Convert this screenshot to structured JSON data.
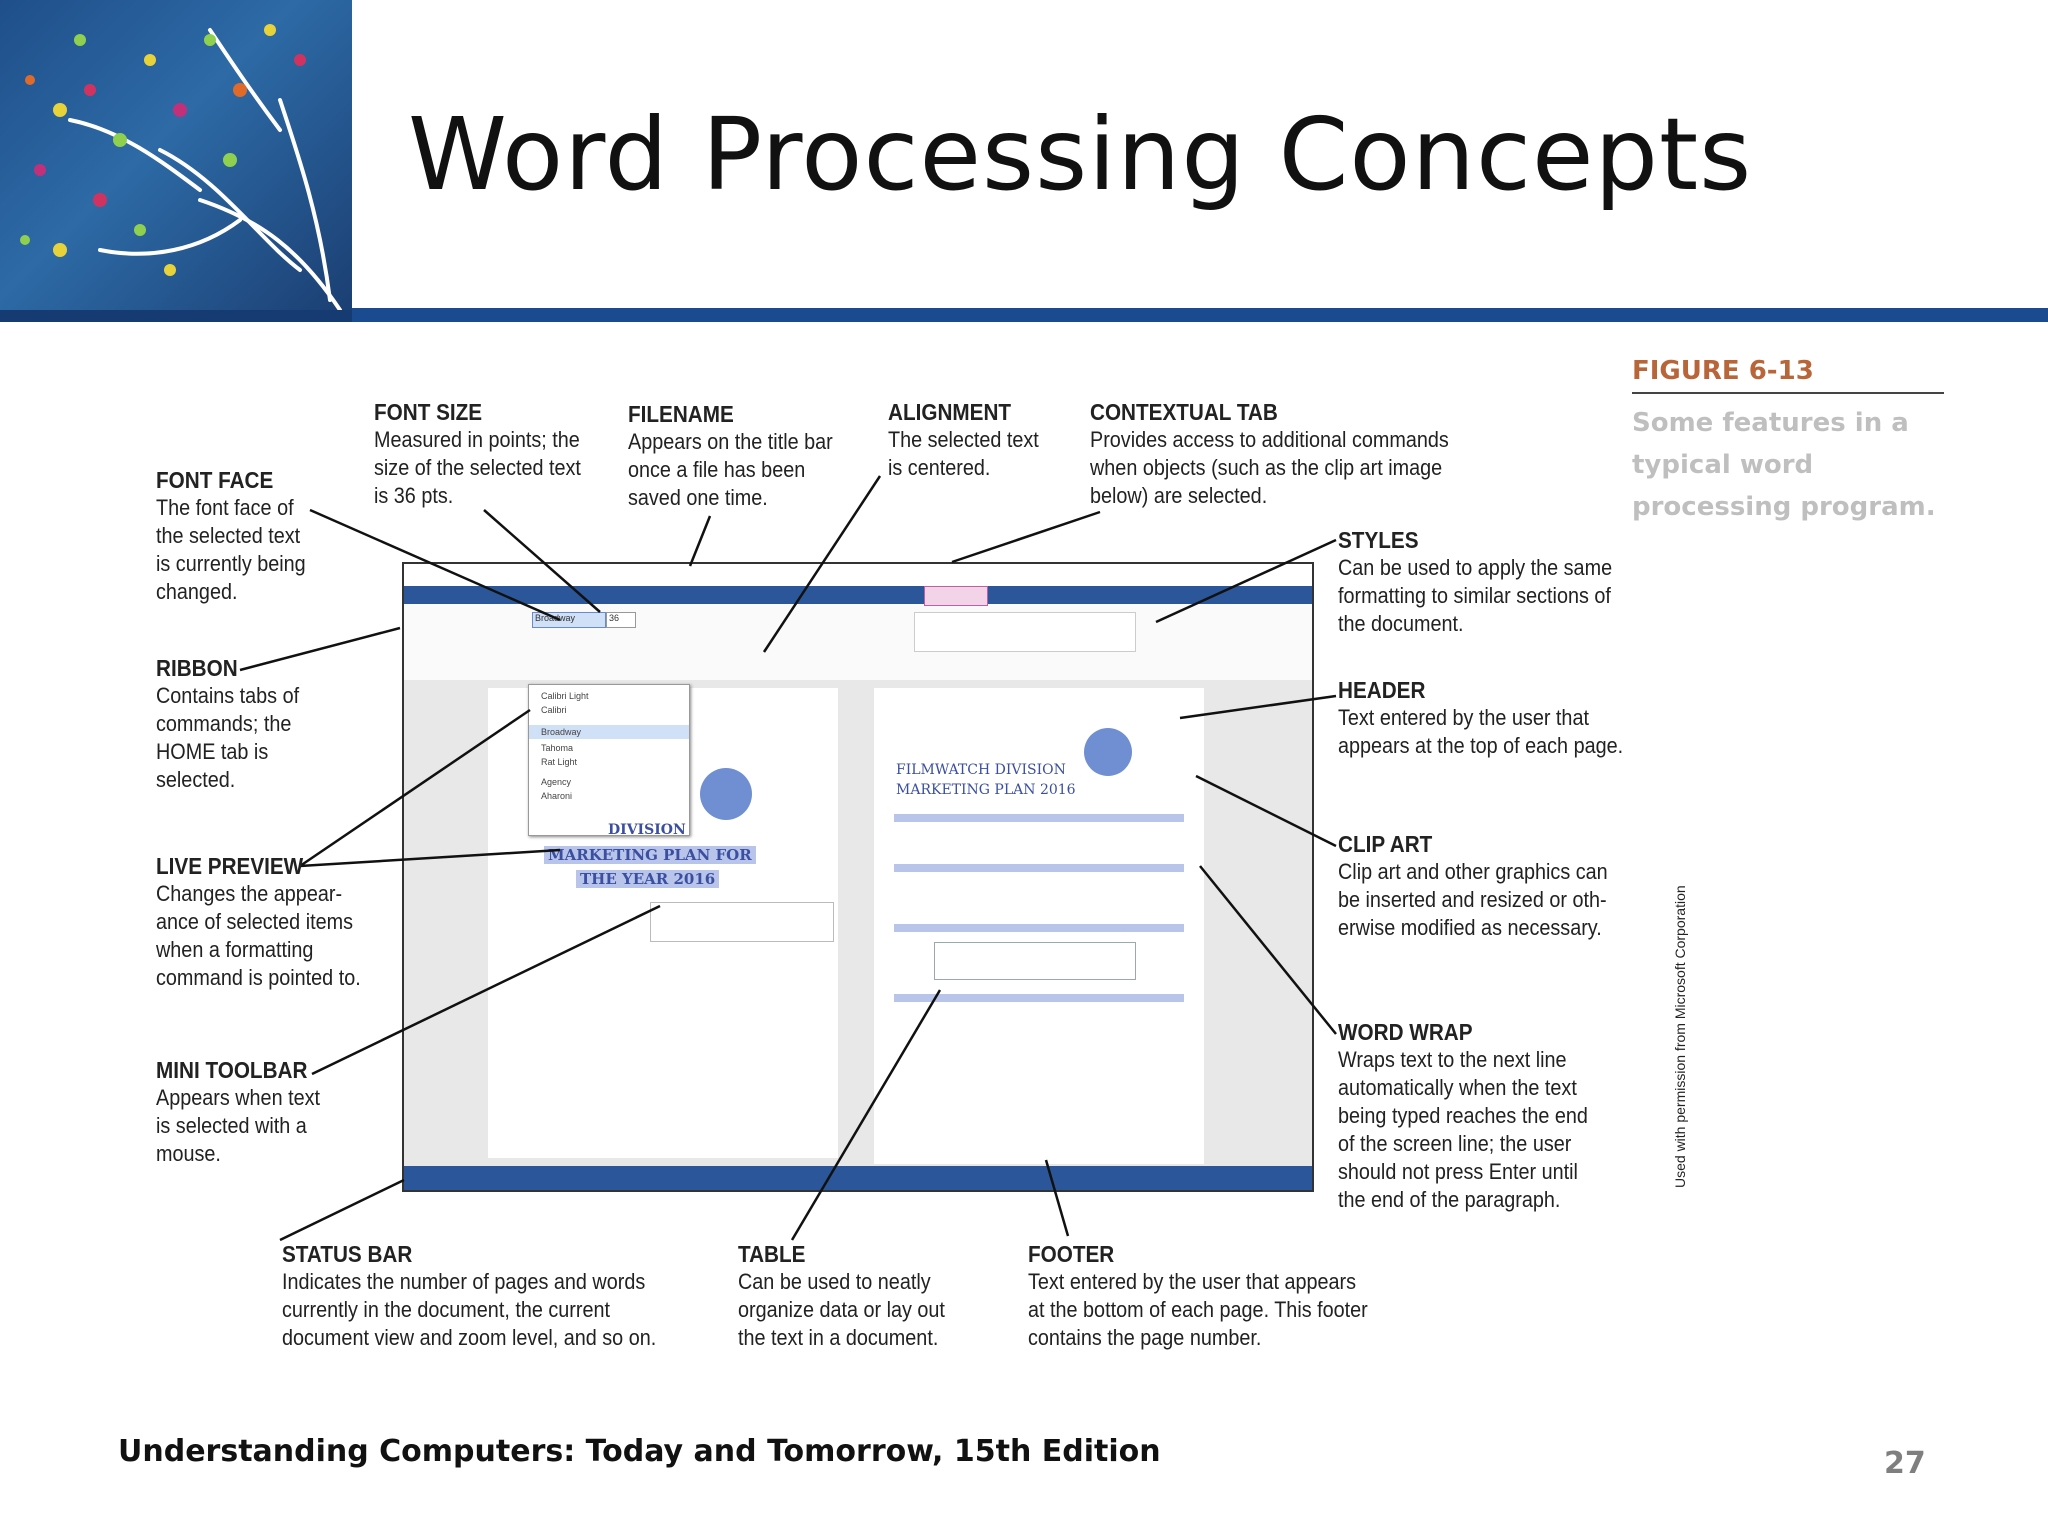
{
  "slide": {
    "title": "Word Processing Concepts",
    "footer": "Understanding Computers: Today and Tomorrow, 15th Edition",
    "page_number": "27"
  },
  "figure": {
    "number": "FIGURE 6-13",
    "caption": "Some features in a typical word processing program.",
    "credit": "Used with permission from Microsoft Corporation"
  },
  "window": {
    "doc_heading1": "FILMWATCH DIVISION",
    "doc_heading2": "MARKETING PLAN 2016",
    "cover_title1": "DIVISION",
    "cover_title2": "MARKETING PLAN FOR",
    "cover_title3": "THE YEAR 2016",
    "font_list": [
      "Calibri Light",
      "Calibri",
      "Broadway",
      "Tahoma",
      "Rat Light",
      "Agency",
      "Aharoni"
    ],
    "selected_font": "Broadway",
    "font_size": "36"
  },
  "callouts": {
    "font_face": {
      "title": "FONT FACE",
      "text": [
        "The font face of",
        "the selected text",
        "is currently being",
        "changed."
      ]
    },
    "font_size": {
      "title": "FONT SIZE",
      "text": [
        "Measured in points; the",
        "size of the selected text",
        "is 36 pts."
      ]
    },
    "filename": {
      "title": "FILENAME",
      "text": [
        "Appears on the title bar",
        "once a file has been",
        "saved one time."
      ]
    },
    "alignment": {
      "title": "ALIGNMENT",
      "text": [
        "The selected text",
        "is centered."
      ]
    },
    "contextual_tab": {
      "title": "CONTEXTUAL TAB",
      "text": [
        "Provides access to additional commands",
        "when objects (such as the clip art image",
        "below) are selected."
      ]
    },
    "styles": {
      "title": "STYLES",
      "text": [
        "Can be used to apply the same",
        "formatting to similar sections of",
        "the document."
      ]
    },
    "ribbon": {
      "title": "RIBBON",
      "text": [
        "Contains tabs of",
        "commands; the",
        "HOME tab is",
        "selected."
      ]
    },
    "header": {
      "title": "HEADER",
      "text": [
        "Text entered by the user that",
        "appears at the top of each page."
      ]
    },
    "clip_art": {
      "title": "CLIP ART",
      "text": [
        "Clip art and other graphics can",
        "be inserted and resized or oth-",
        "erwise modified as necessary."
      ]
    },
    "live_preview": {
      "title": "LIVE PREVIEW",
      "text": [
        "Changes the appear-",
        "ance of selected items",
        "when a formatting",
        "command is pointed to."
      ]
    },
    "word_wrap": {
      "title": "WORD WRAP",
      "text": [
        "Wraps text to the next line",
        "automatically when the text",
        "being typed reaches the end",
        "of the screen line; the user",
        "should not press Enter until",
        "the end of the paragraph."
      ]
    },
    "mini_toolbar": {
      "title": "MINI TOOLBAR",
      "text": [
        "Appears when text",
        "is selected with a",
        "mouse."
      ]
    },
    "status_bar": {
      "title": "STATUS BAR",
      "text": [
        "Indicates the number of pages and words",
        "currently in the document, the current",
        "document view and zoom level, and so on."
      ]
    },
    "table": {
      "title": "TABLE",
      "text": [
        "Can be used to neatly",
        "organize data or lay out",
        "the text in a document."
      ]
    },
    "footer": {
      "title": "FOOTER",
      "text": [
        "Text entered by the user that appears",
        "at the bottom of each page. This footer",
        "contains the page number."
      ]
    }
  }
}
